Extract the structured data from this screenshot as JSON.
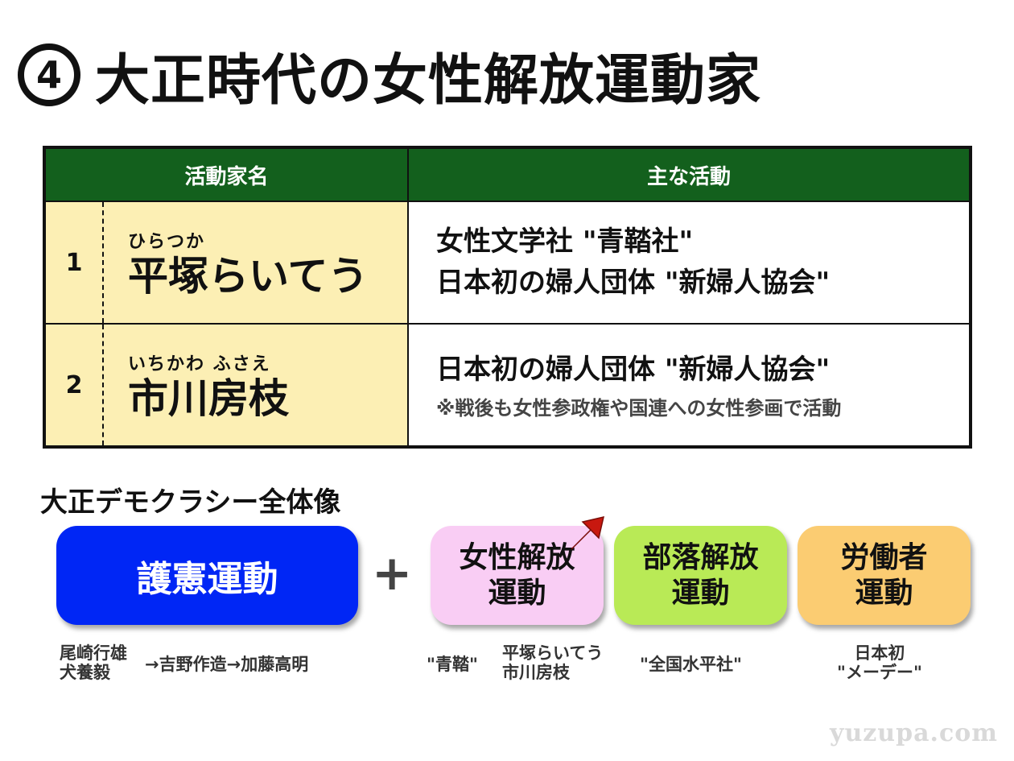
{
  "title": {
    "number": "4",
    "text": "大正時代の女性解放運動家"
  },
  "table": {
    "headers": [
      "活動家名",
      "主な活動"
    ],
    "rows": [
      {
        "num": "1",
        "ruby": "ひらつか",
        "name": "平塚らいてう",
        "activities": [
          "女性文学社 \"青鞜社\"",
          "日本初の婦人団体 \"新婦人協会\""
        ],
        "note": ""
      },
      {
        "num": "2",
        "ruby": "いちかわ ふさえ",
        "name": "市川房枝",
        "activities": [
          "日本初の婦人団体 \"新婦人協会\""
        ],
        "note": "※戦後も女性参政権や国連への女性参画で活動"
      }
    ]
  },
  "overview": {
    "heading": "大正デモクラシー全体像",
    "plus": "+",
    "boxes": {
      "goken": "護憲運動",
      "josei": [
        "女性解放",
        "運動"
      ],
      "buraku": [
        "部落解放",
        "運動"
      ],
      "rodo": [
        "労働者",
        "運動"
      ]
    },
    "captions": {
      "goken_left": [
        "尾崎行雄",
        "犬養毅"
      ],
      "goken_right": "→吉野作造→加藤高明",
      "josei_left": "\"青鞜\"",
      "josei_right": [
        "平塚らいてう",
        "市川房枝"
      ],
      "buraku": "\"全国水平社\"",
      "rodo": [
        "日本初",
        "\"メーデー\""
      ]
    },
    "colors": {
      "goken": "#0026f5",
      "josei": "#f9cdf4",
      "buraku": "#b9ea56",
      "rodo": "#fbcc72",
      "header": "#13601d",
      "name_bg": "#fcefb4",
      "arrow": "#c8180f"
    }
  },
  "watermark": "yuzupa.com"
}
